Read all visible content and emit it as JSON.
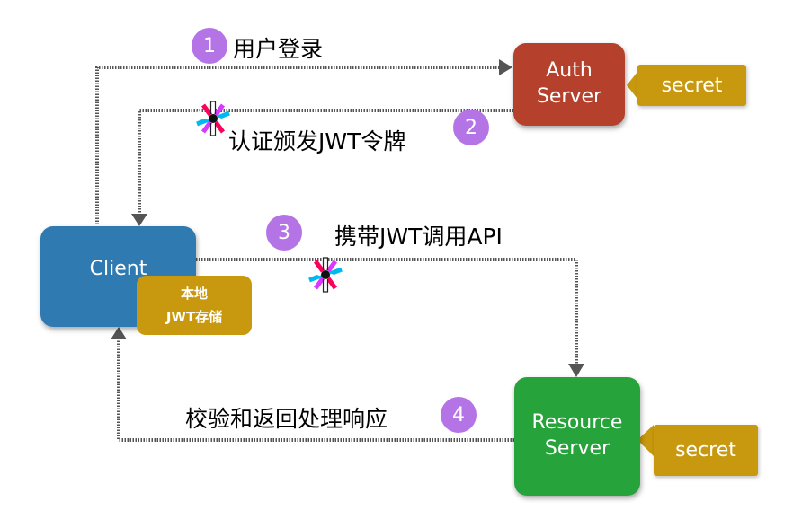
{
  "nodes": {
    "auth_server": {
      "line1": "Auth",
      "line2": "Server"
    },
    "client": {
      "label": "Client"
    },
    "resource_server": {
      "line1": "Resource",
      "line2": "Server"
    },
    "auth_secret": "secret",
    "resource_secret": "secret",
    "client_storage": {
      "line1": "本地",
      "line2": "JWT存储"
    }
  },
  "steps": [
    {
      "number": "1",
      "label": "用户登录"
    },
    {
      "number": "2",
      "label": "认证颁发JWT令牌"
    },
    {
      "number": "3",
      "label": "携带JWT调用API"
    },
    {
      "number": "4",
      "label": "校验和返回处理响应"
    }
  ],
  "colors": {
    "auth_server": "#b5402b",
    "client": "#2f7ab0",
    "resource_server": "#26a33a",
    "secret": "#c8990f",
    "step_badge": "#b574e6",
    "connector": "#555555"
  },
  "icons": [
    "jwt-logo-icon",
    "jwt-logo-icon"
  ]
}
